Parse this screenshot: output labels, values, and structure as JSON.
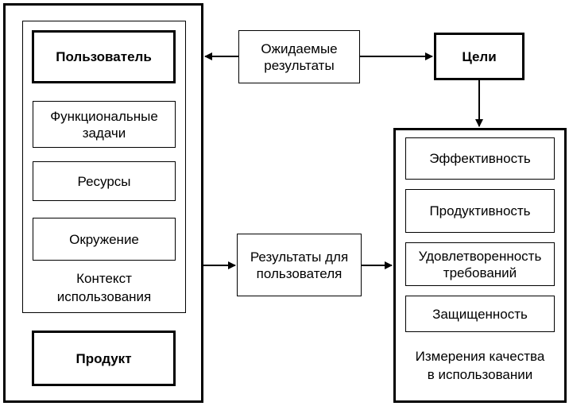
{
  "left_group": {
    "user": "Пользователь",
    "tasks": "Функциональные\nзадачи",
    "resources": "Ресурсы",
    "environment": "Окружение",
    "context_label": "Контекст\nиспользования",
    "product": "Продукт"
  },
  "expected_results": "Ожидаемые\nрезультаты",
  "goals": "Цели",
  "user_results": "Результаты для\nпользователя",
  "right_group": {
    "effectiveness": "Эффективность",
    "productivity": "Продуктивность",
    "satisfaction": "Удовлетворенность\nтребований",
    "security": "Защищенность",
    "quality_label": "Измерения качества\nв использовании"
  }
}
